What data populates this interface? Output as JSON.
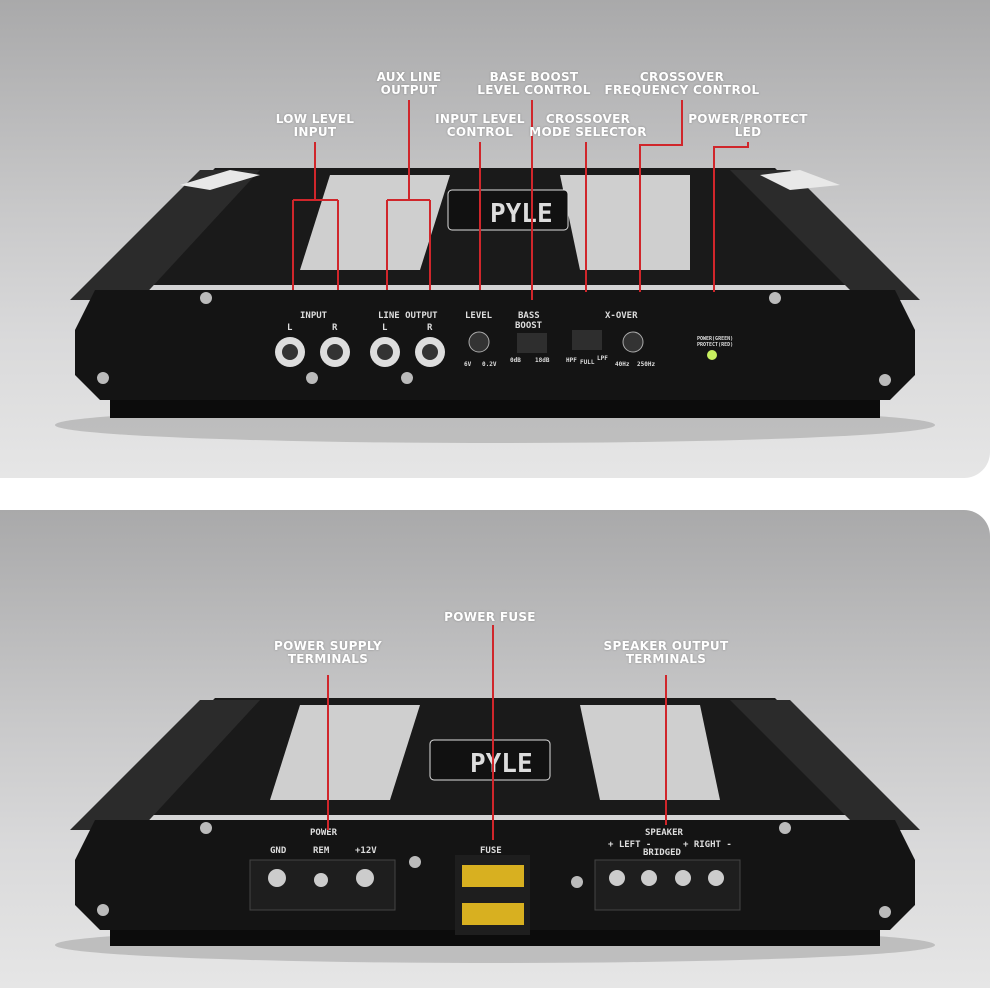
{
  "top_panel": {
    "callouts": {
      "low_level_input": [
        "LOW LEVEL",
        "INPUT"
      ],
      "aux_line_output": [
        "AUX LINE",
        "OUTPUT"
      ],
      "input_level_control": [
        "INPUT LEVEL",
        "CONTROL"
      ],
      "base_boost": [
        "BASE BOOST",
        "LEVEL CONTROL"
      ],
      "crossover_mode": [
        "CROSSOVER",
        "MODE SELECTOR"
      ],
      "crossover_freq": [
        "CROSSOVER",
        "FREQUENCY CONTROL"
      ],
      "power_led": [
        "POWER/PROTECT",
        "LED"
      ]
    },
    "faceplate": {
      "input": "INPUT",
      "l": "L",
      "r": "R",
      "line_output": "LINE OUTPUT",
      "level": "LEVEL",
      "level_min": "6V",
      "level_max": "0.2V",
      "bass": "BASS",
      "boost": "BOOST",
      "bass_min": "0dB",
      "bass_max": "18dB",
      "xover": "X-OVER",
      "hpf": "HPF",
      "full": "FULL",
      "lpf": "LPF",
      "freq_min": "40Hz",
      "freq_max": "250Hz",
      "led_label1": "POWER(GREEN)",
      "led_label2": "PROTECT(RED)"
    },
    "brand": "PYLE"
  },
  "bottom_panel": {
    "callouts": {
      "power_supply": [
        "POWER SUPPLY",
        "TERMINALS"
      ],
      "power_fuse": [
        "POWER FUSE"
      ],
      "speaker_output": [
        "SPEAKER OUTPUT",
        "TERMINALS"
      ]
    },
    "faceplate": {
      "power": "POWER",
      "gnd": "GND",
      "rem": "REM",
      "v12": "+12V",
      "fuse": "FUSE",
      "speaker": "SPEAKER",
      "left": "+ LEFT -",
      "right": "+ RIGHT -",
      "bridged": "BRIDGED"
    },
    "brand": "PYLE"
  },
  "colors": {
    "leader": "#d0262b",
    "led": "#c8f060"
  }
}
